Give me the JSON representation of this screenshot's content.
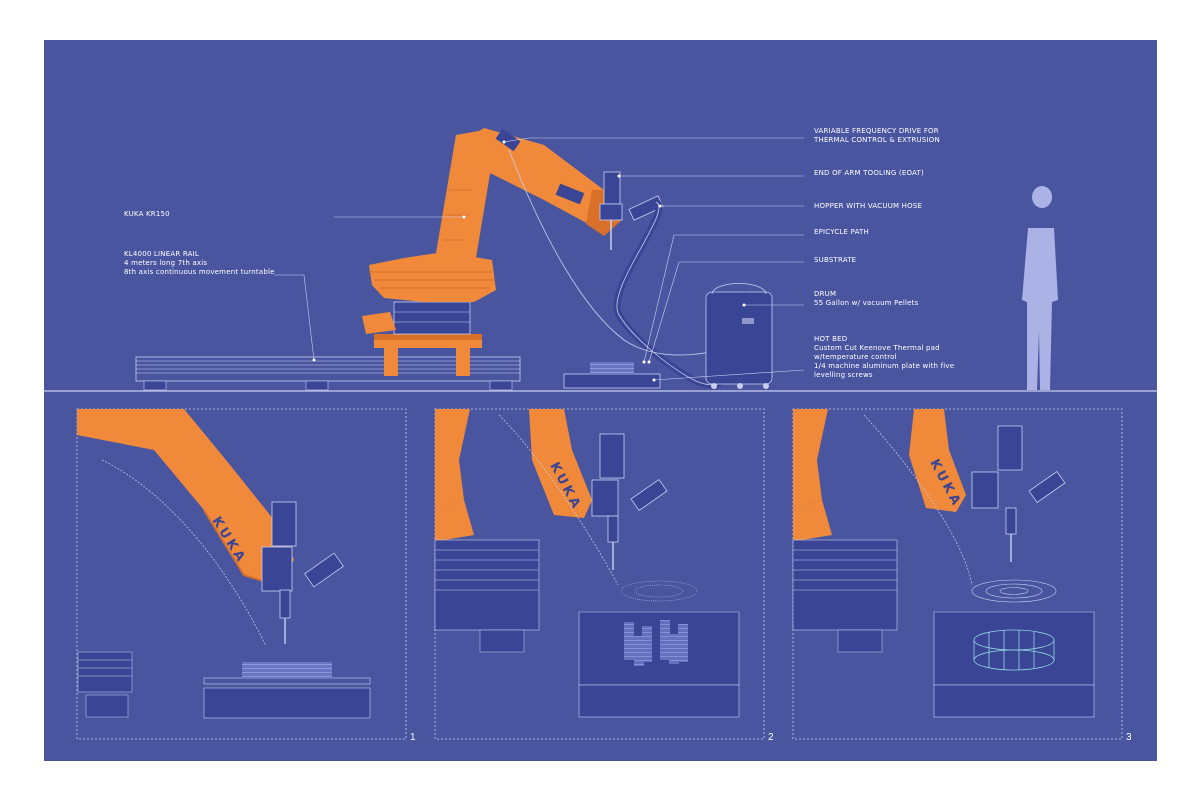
{
  "colors": {
    "background": "#4a55a0",
    "robot_orange": "#f08a3a",
    "robot_orange_dark": "#d9702a",
    "line_light": "#c8cff0",
    "silhouette": "#aab2e6",
    "platform": "#3a4595"
  },
  "labels": {
    "vfd_line1": "VARIABLE  FREQUENCY DRIVE FOR",
    "vfd_line2": "THERMAL CONTROL & EXTRUSION",
    "eoat": "END OF ARM TOOLING (EOAT)",
    "hopper": "HOPPER WITH VACUUM HOSE",
    "epicycle": "EPICYCLE PATH",
    "substrate": "SUBSTRATE",
    "drum_title": "DRUM",
    "drum_desc": "55 Gallon w/ vacuum Pellets",
    "hotbed_title": "HOT BED",
    "hotbed_line1": "Custom Cut Keenove Thermal pad",
    "hotbed_line2": "w/temperature control",
    "hotbed_line3": "1/4 machine aluminum plate with five",
    "hotbed_line4": "levelling screws",
    "robot": "KUKA KR150",
    "rail_title": "KL4000 LINEAR RAIL",
    "rail_line1": "4 meters long 7th axis",
    "rail_line2": "8th axis continuous movement turntable"
  },
  "brand_text": "KUKA",
  "panels": [
    {
      "number": "1"
    },
    {
      "number": "2"
    },
    {
      "number": "3"
    }
  ]
}
